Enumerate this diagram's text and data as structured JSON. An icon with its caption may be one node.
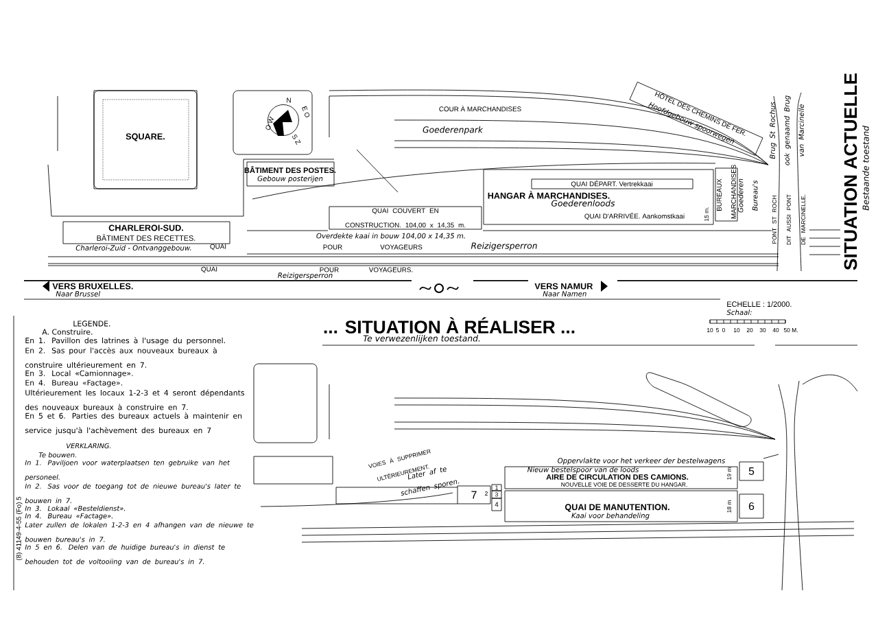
{
  "diagram": {
    "nodes": [
      {
        "text": [
          "SQUARE."
        ]
      },
      {
        "text": [
          "BÂTIMENT DES POSTES.",
          "Gebouw posterijen"
        ]
      },
      {
        "text": [
          "CHARLEROI-SUD.",
          "BÂTIMENT DES RECETTES.",
          "Charleroi-Zuid - Ontvanggebouw."
        ]
      },
      {
        "text": [
          "QUAI COUVERT EN CONSTRUCTION. 104,00 x 14,35 m."
        ]
      },
      {
        "text": [
          "HANGAR À MARCHANDISES.",
          "Goederenloods",
          "QUAI D'ARRIVÉE. Aankomstkaai"
        ]
      },
      {
        "text": [
          "QUAI DÉPART. Vertrekkaai"
        ],
        "in": 4
      },
      {
        "text": [
          "BUREAUX MARCHANDISES"
        ],
        "beside": [
          "Goederen Bureau's"
        ]
      },
      {
        "text": [
          "HÔTEL DES CHEMINS DE FER.",
          "Hoofdgebouw spoorwegen"
        ]
      },
      {
        "text": [
          "7"
        ]
      },
      {
        "text": [
          "1"
        ]
      },
      {
        "text": [
          "3"
        ]
      },
      {
        "text": [
          "4"
        ]
      },
      {
        "text": [
          "Oppervlakte voor het verkeer der bestelwagens",
          "Nieuw bestelspoor van de loods",
          "AIRE DE CIRCULATION DES CAMIONS.",
          "NOUVELLE VOIE DE DESSERTE DU HANGAR."
        ]
      },
      {
        "text": [
          "5"
        ]
      },
      {
        "text": [
          "QUAI DE MANUTENTION.",
          "Kaai voor behandeling"
        ]
      },
      {
        "text": [
          "6"
        ]
      }
    ],
    "labels": [
      "COUR À MARCHANDISES",
      "Goederenpark",
      "Overdekte kaai in bouw 104,00 x 14,35 m.",
      "QUAI",
      "POUR",
      "VOYAGEURS",
      "Reizigersperron",
      "QUAI",
      "POUR",
      "VOYAGEURS.",
      "Reizigersperron",
      "VERS BRUXELLES.",
      "Naar Brussel",
      "VERS NAMUR",
      "Naar Namen",
      "15 m.",
      "Brug St Rochus ook genaamd Brug van Marcinelle",
      "PONT ST ROCH DIT AUSSI PONT DE MARCINELLE.",
      "SITUATION ACTUELLE",
      "Bestaande toestand",
      "ECHELLE : 1/2000.",
      "Schaal:",
      "10",
      "5",
      "0",
      "10",
      "20",
      "30",
      "40",
      "50 M.",
      "... SITUATION À RÉALISER ...",
      "Te verwezenlijken toestand.",
      "LEGENDE.",
      "A. Construire.",
      "En 1. Pavillon des latrines à l'usage du personnel.",
      "En 2. Sas pour l'accès aux nouveaux bureaux à construire ultérieurement en 7.",
      "En 3. Local «Camionnage».",
      "En 4. Bureau «Factage».",
      "Ultérieurement les locaux 1-2-3 et 4 seront dépendants des nouveaux bureaux à construire en 7.",
      "En 5 et 6. Parties des bureaux actuels à maintenir en service jusqu'à l'achèvement des bureaux en 7",
      "VERKLARING.",
      "Te bouwen.",
      "In 1. Paviljoen voor waterplaatsen ten gebruike van het personeel.",
      "In 2. Sas voor de toegang tot de nieuwe bureau's later te bouwen in 7.",
      "In 3. Lokaal «Besteldienst».",
      "In 4. Bureau «Factage».",
      "Later zullen de lokalen 1-2-3 en 4 afhangen van de nieuwe te bouwen bureau's in 7.",
      "In 5 en 6. Delen van de huidige bureau's in dienst te behouden tot de voltooiing van de bureau's in 7.",
      "2",
      "19 m",
      "18 m",
      "VOIES À SUPPRIMER ULTÉRIEUREMENT.",
      "Later af te schaffen sporen.",
      "(8) 41149-4-55 (Fo) 5",
      "N",
      "E O",
      "S Z",
      "O W"
    ]
  }
}
